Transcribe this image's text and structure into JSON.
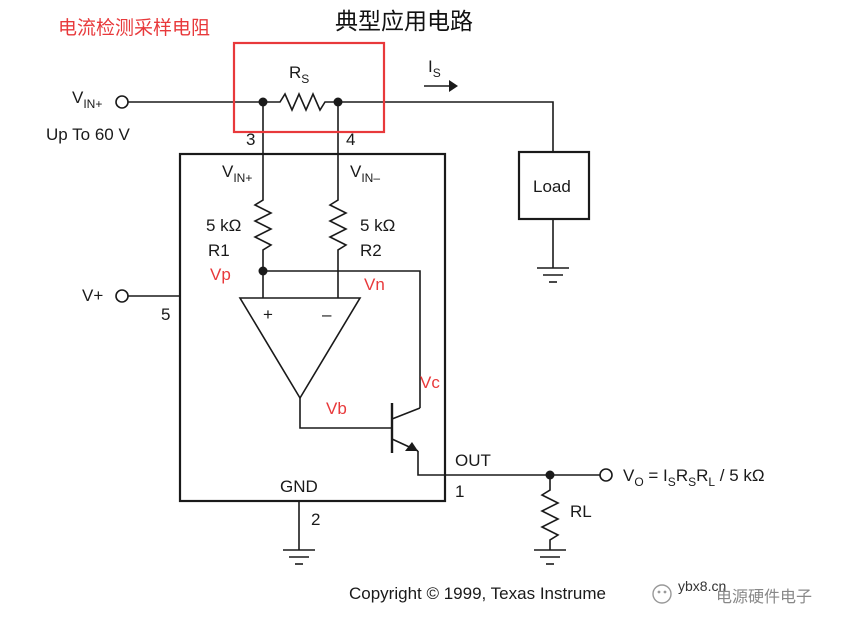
{
  "title": "典型应用电路",
  "annotation": "电流检测采样电阻",
  "labels": {
    "rs_main": "R",
    "rs_sub": "S",
    "is_main": "I",
    "is_sub": "S",
    "vin_plus_main": "V",
    "vin_plus_sub": "IN+",
    "up_to": "Up To 60 V",
    "pin3": "3",
    "pin4": "4",
    "pin5": "5",
    "pin1": "1",
    "pin2": "2",
    "vin_int_plus_main": "V",
    "vin_int_plus_sub": "IN+",
    "vin_int_minus_main": "V",
    "vin_int_minus_sub": "IN–",
    "r1_value": "5 kΩ",
    "r1_name": "R1",
    "r2_value": "5 kΩ",
    "r2_name": "R2",
    "vp": "Vp",
    "vn": "Vn",
    "vc": "Vc",
    "vb": "Vb",
    "plus": "+",
    "minus": "–",
    "vplus": "V+",
    "load": "Load",
    "gnd": "GND",
    "out": "OUT",
    "rl": "RL",
    "vo_formula": "V",
    "vo_sub": "O",
    "vo_eq": " = I",
    "vo_s1": "S",
    "vo_r": "R",
    "vo_s2": "S",
    "vo_r2": "R",
    "vo_l": "L",
    "vo_tail": " / 5 kΩ",
    "copyright": "Copyright © 1999, Texas Instrume",
    "watermark_site": "ybx8.cn",
    "watermark_brand": "电源硬件电子"
  },
  "colors": {
    "wire": "#1a1a1a",
    "highlight": "#e8393b"
  }
}
